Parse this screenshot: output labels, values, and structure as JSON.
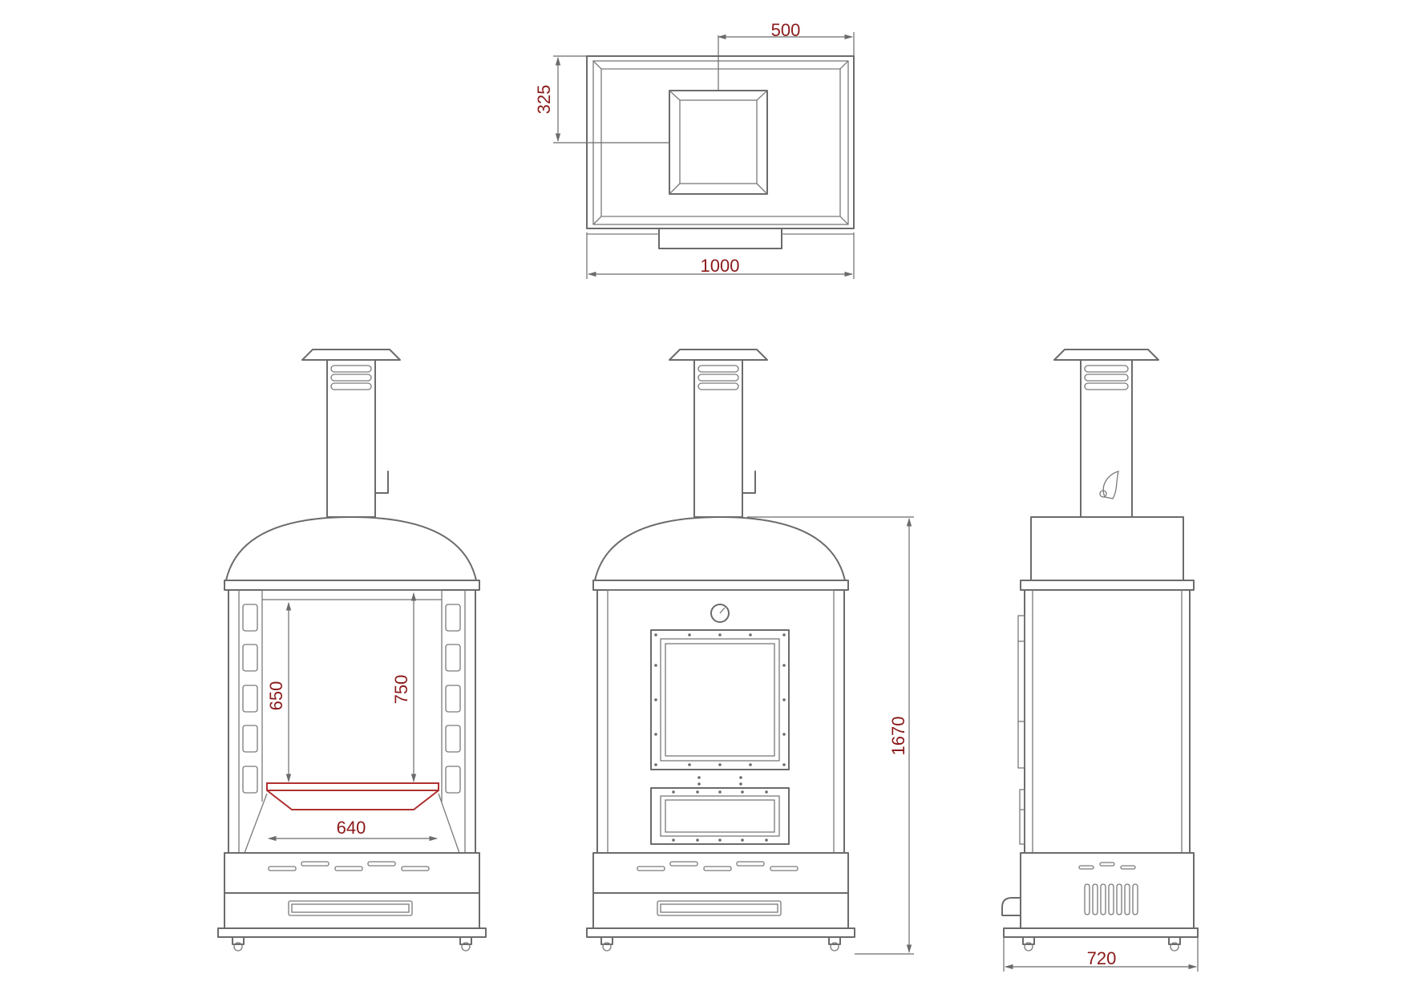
{
  "colors": {
    "line": "#6b6b6b",
    "dimension_text": "#8b1a1a",
    "highlight": "#b03030",
    "background": "#ffffff"
  },
  "dimensions": {
    "top_view": {
      "flue_offset": "500",
      "flue_depth": "325",
      "total_width": "1000"
    },
    "front_open_view": {
      "chamber_height_inner": "650",
      "chamber_height_total": "750",
      "grate_width": "640"
    },
    "front_door_view": {
      "total_height": "1670"
    },
    "side_view": {
      "depth": "720"
    }
  }
}
